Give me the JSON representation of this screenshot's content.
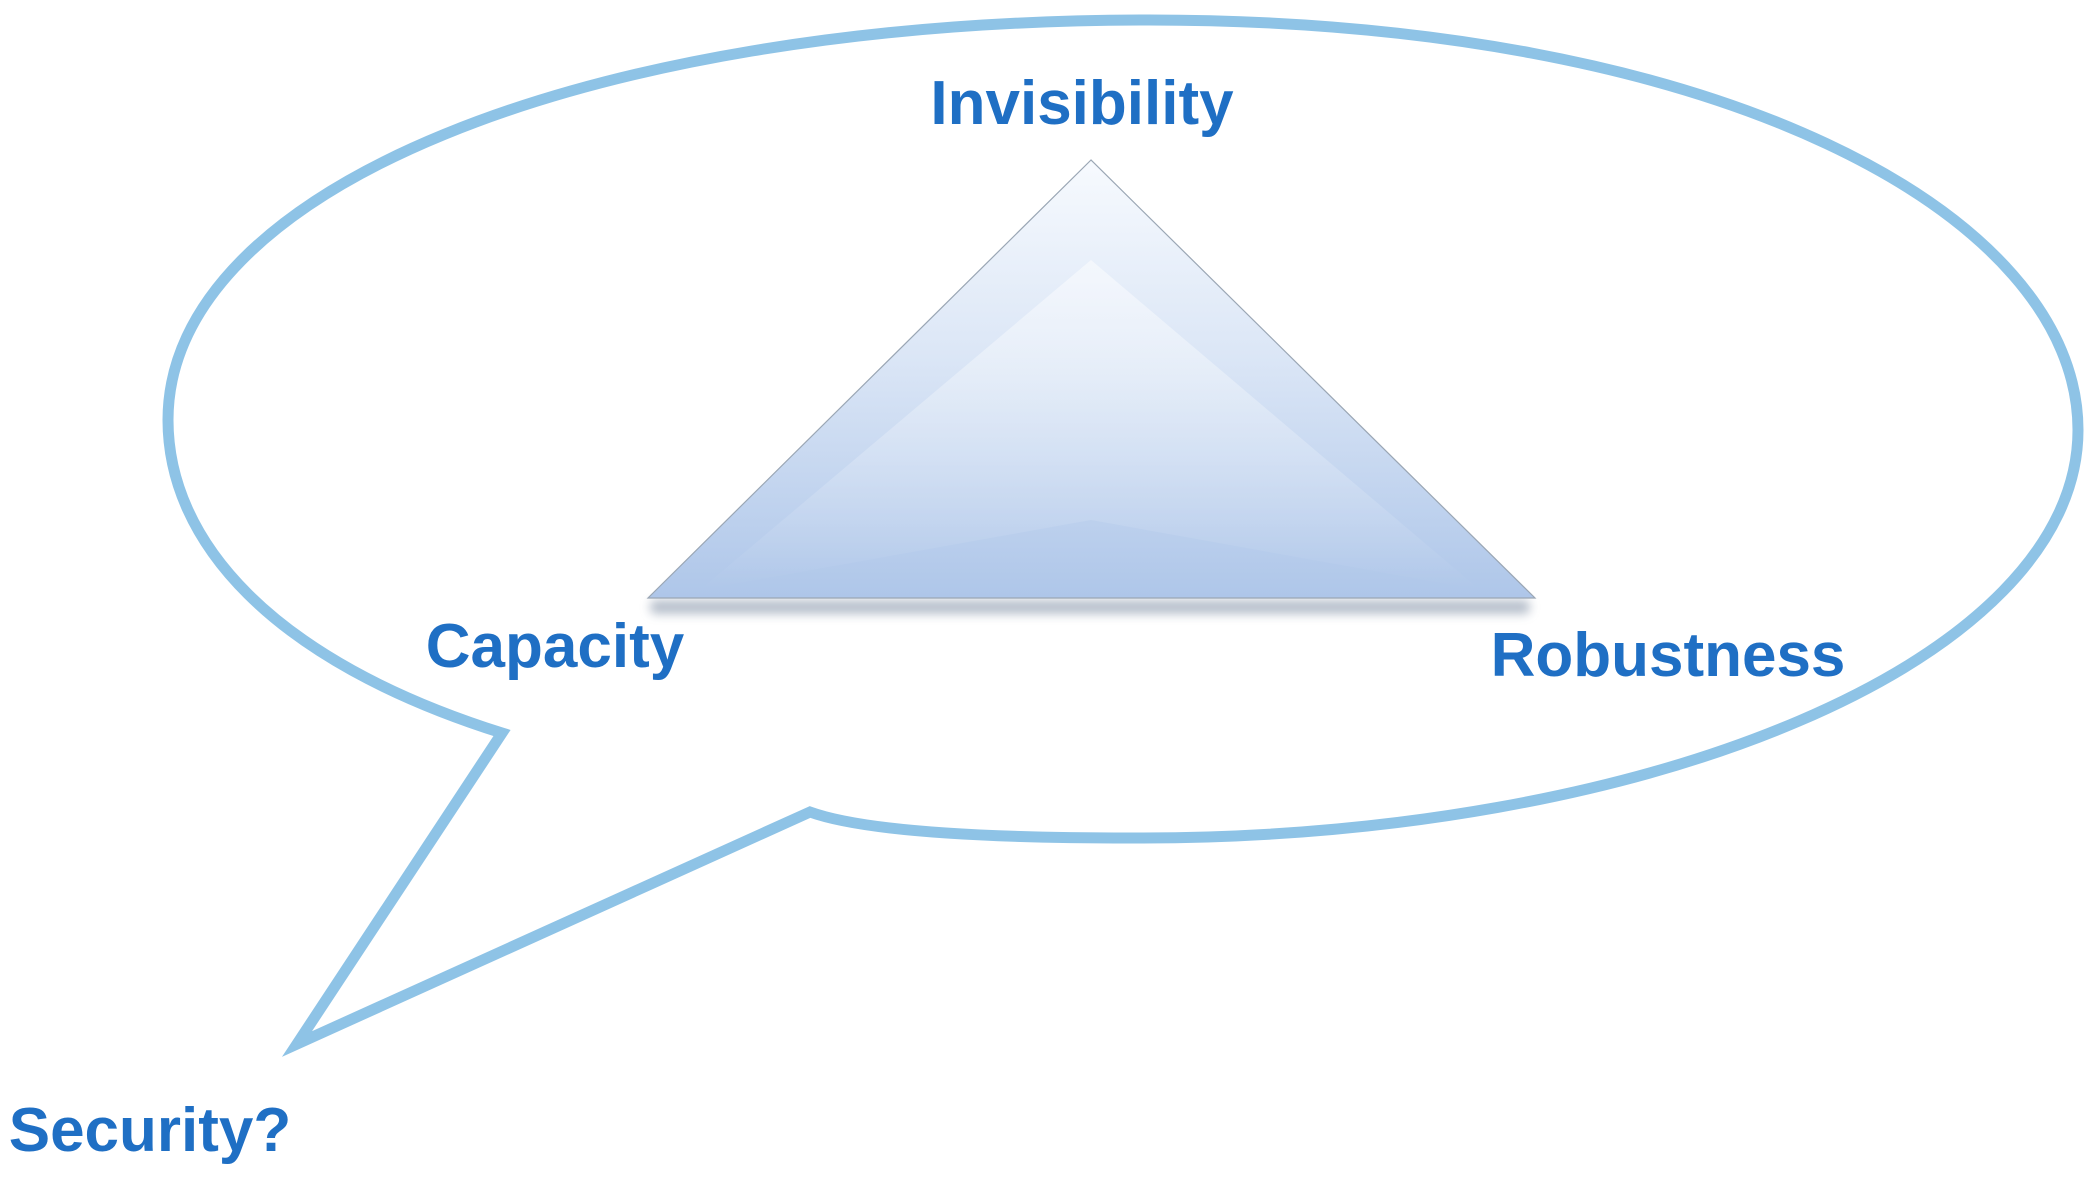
{
  "diagram": {
    "labels": {
      "top": "Invisibility",
      "left": "Capacity",
      "right": "Robustness",
      "outside": "Security?"
    },
    "colors": {
      "text": "#1f6fc4",
      "bubble_stroke": "#8ec3e6",
      "triangle_light": "#f4f8fd",
      "triangle_mid": "#d6e3f5",
      "triangle_dark": "#aec6e9",
      "shadow": "#7a8aa0"
    }
  }
}
